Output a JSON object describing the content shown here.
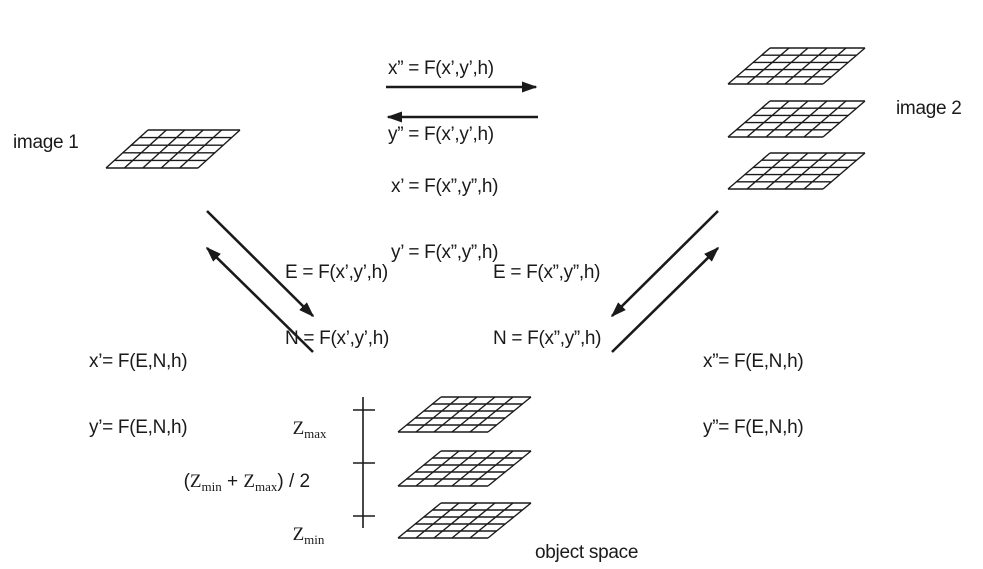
{
  "labels": {
    "image1": "image 1",
    "image2": "image 2",
    "object_space": "object space"
  },
  "equations": {
    "top_forward": [
      "x” = F(x’,y’,h)",
      "y” = F(x’,y’,h)"
    ],
    "top_backward": [
      "x’ = F(x”,y”,h)",
      "y’ = F(x”,y”,h)"
    ],
    "left_down": [
      "E = F(x’,y’,h)",
      "N = F(x’,y’,h)"
    ],
    "right_down": [
      "E = F(x”,y”,h)",
      "N = F(x”,y”,h)"
    ],
    "left_up": [
      "x’= F(E,N,h)",
      "y’= F(E,N,h)"
    ],
    "right_up": [
      "x”= F(E,N,h)",
      "y”= F(E,N,h)"
    ]
  },
  "z_levels": {
    "max": {
      "symbol": "Z",
      "sub": "max"
    },
    "mid": {
      "open": "(",
      "a": "Z",
      "a_sub": "min",
      "plus": " + ",
      "b": "Z",
      "b_sub": "max",
      "close": ") / 2"
    },
    "min": {
      "symbol": "Z",
      "sub": "min"
    }
  }
}
